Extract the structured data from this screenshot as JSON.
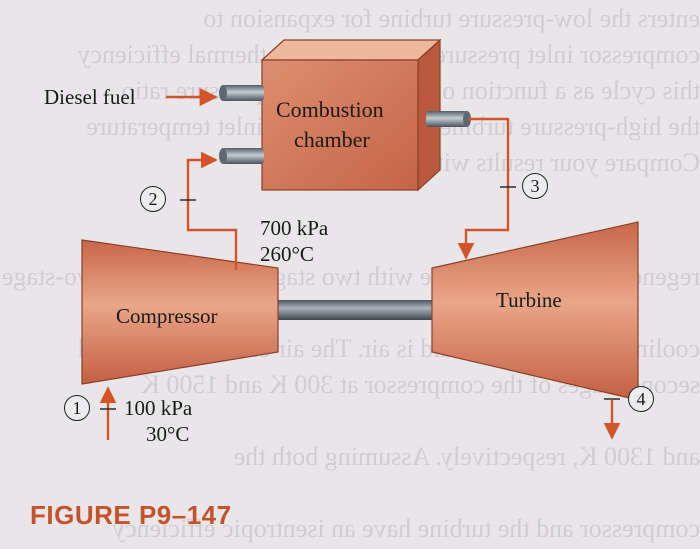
{
  "diagram": {
    "fuel_label": "Diesel fuel",
    "combustion_label_line1": "Combustion",
    "combustion_label_line2": "chamber",
    "compressor_label": "Compressor",
    "turbine_label": "Turbine",
    "state2_conditions": {
      "pressure": "700 kPa",
      "temperature": "260°C"
    },
    "state1_conditions": {
      "pressure": "100 kPa",
      "temperature": "30°C"
    },
    "states": [
      "1",
      "2",
      "3",
      "4"
    ],
    "caption": "FIGURE P9–147"
  },
  "colors": {
    "component_fill": "#d9876a",
    "component_dark": "#b55a3f",
    "flow_line": "#d4542a",
    "shaft": "#6f7a86",
    "caption": "#c4522b"
  }
}
